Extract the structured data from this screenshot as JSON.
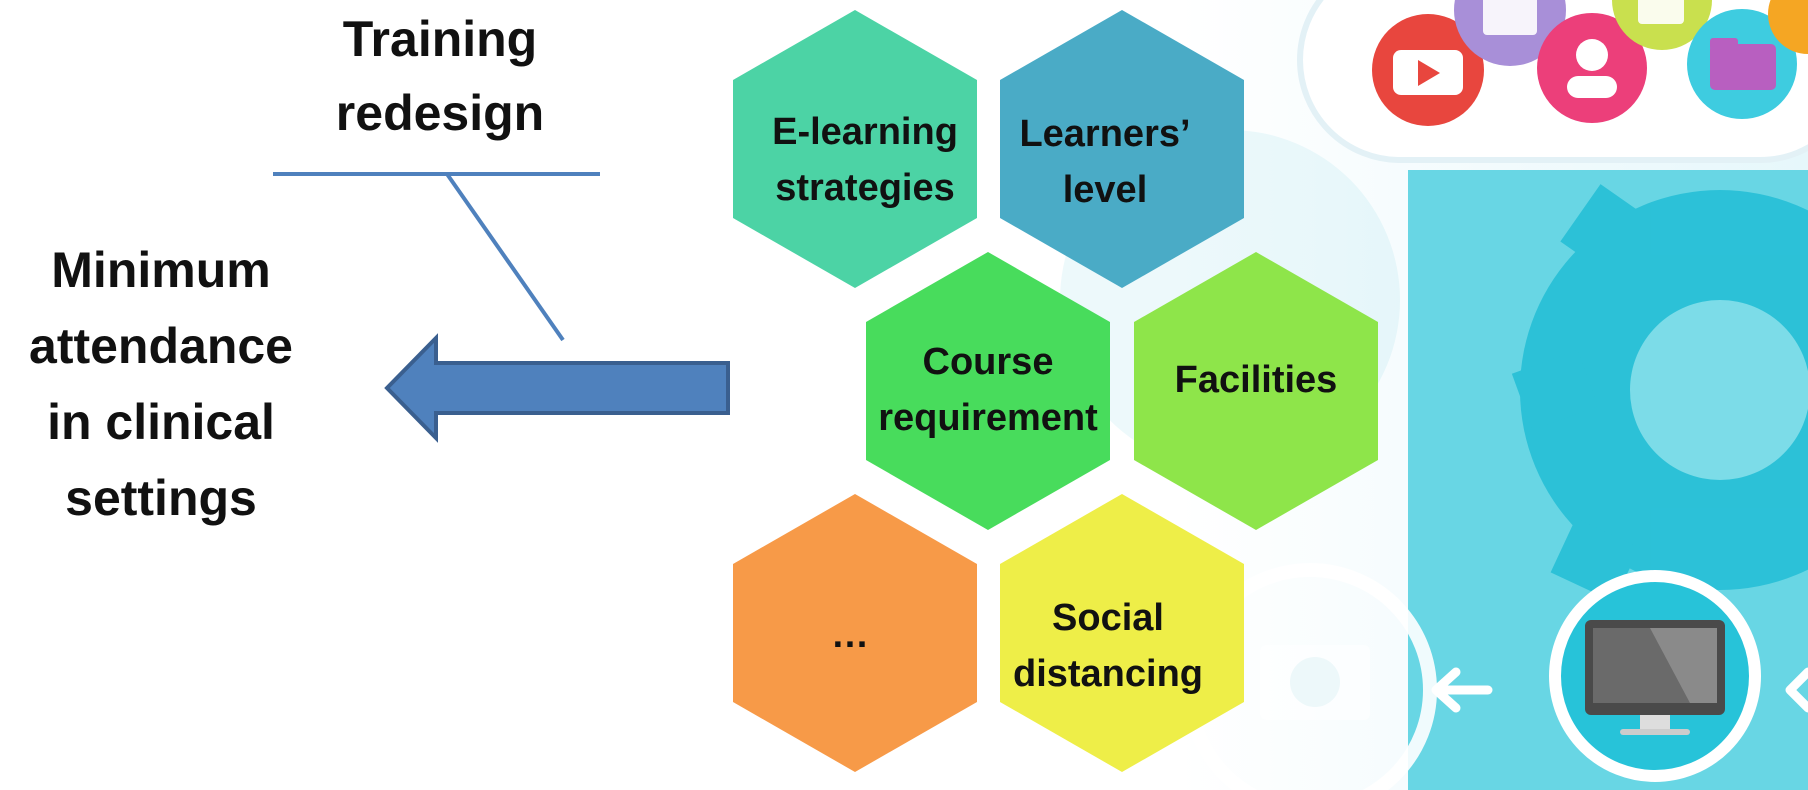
{
  "title_top": "Training\nredesign",
  "title_left": "Minimum\nattendance\nin clinical\nsettings",
  "hexagons": [
    {
      "id": "e-learning",
      "label": "E-learning\nstrategies",
      "color": "#4cd3a5"
    },
    {
      "id": "learners-level",
      "label": "Learners’\nlevel",
      "color": "#4aabc6"
    },
    {
      "id": "course-requirement",
      "label": "Course\nrequirement",
      "color": "#48dc5c"
    },
    {
      "id": "facilities",
      "label": "Facilities",
      "color": "#8ee54a"
    },
    {
      "id": "ellipsis",
      "label": "…",
      "color": "#f79a48"
    },
    {
      "id": "social-distancing",
      "label": "Social\ndistancing",
      "color": "#eeee48"
    }
  ],
  "colors": {
    "arrow_fill": "#4f81bd",
    "arrow_stroke": "#3a5f8f",
    "line": "#4f81bd",
    "panel_cyan": "#2fc6dc"
  }
}
